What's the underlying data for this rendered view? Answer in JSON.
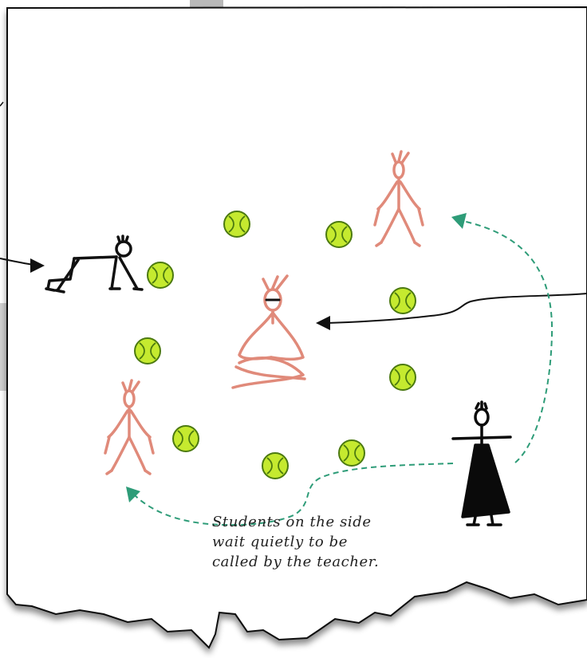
{
  "note": {
    "line1": "Students on the side",
    "line2": "wait quietly to be",
    "line3": "called by the teacher."
  },
  "colors": {
    "paper": "#ffffff",
    "outline": "#111111",
    "student": "#e08a7a",
    "ball_fill": "#c5ea2f",
    "ball_stroke": "#4c7a10",
    "path_arrow": "#2e9c78",
    "arrow": "#111111",
    "teacher": "#0a0a0a"
  },
  "icons": {
    "tennis_ball": "tennis-ball-icon",
    "crawling_figure": "crawling-child-icon",
    "sitting_figure": "cross-legged-student-icon",
    "standing_figure": "standing-student-icon",
    "teacher_figure": "teacher-icon"
  }
}
